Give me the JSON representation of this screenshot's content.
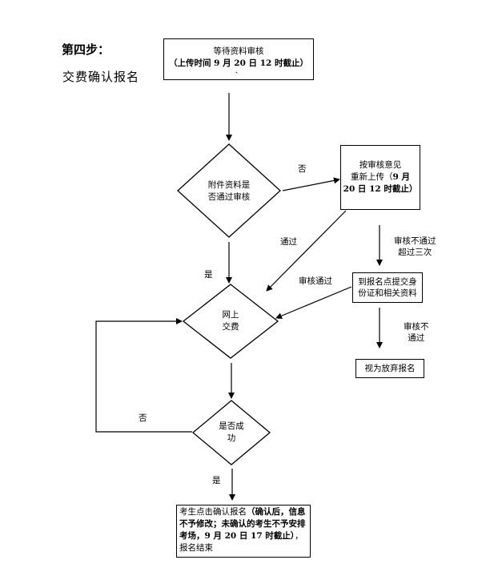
{
  "step": {
    "heading": "第四步：",
    "subheading": "交费确认报名"
  },
  "nodes": {
    "wait_review": {
      "line1": "等待资料审核",
      "line2": "（上传时间 9 月 20 日 12 时截止）",
      "mark": "、"
    },
    "attachment_check": {
      "line1": "附件资料是",
      "line2": "否通过审核"
    },
    "reupload": {
      "line1": "按审核意见",
      "line2_plain": "重新上传（",
      "line2_bold": "9 月",
      "line3": "20 日 12 时截止）"
    },
    "onsite_submit": {
      "line1": "到报名点提交身",
      "line2": "份证和相关资料"
    },
    "give_up": {
      "text": "视为放弃报名"
    },
    "pay_online": {
      "line1": "网上",
      "line2": "交费"
    },
    "success_check": {
      "line1": "是否成",
      "line2": "功"
    },
    "confirm": {
      "part1": "考生点击确认报名",
      "part2": "（确认后，信息不予修改；未确认的考生不予安排考场，9 月 20 日 17 时截止）",
      "part3": "，报名结束"
    }
  },
  "edge_labels": {
    "no_1": "否",
    "pass": "通过",
    "fail_over3_line1": "审核不通过",
    "fail_over3_line2": "超过三次",
    "yes_1": "是",
    "review_pass": "审核通过",
    "fail_line1": "审核不",
    "fail_line2": "通过",
    "no_2": "否",
    "yes_2": "是"
  }
}
